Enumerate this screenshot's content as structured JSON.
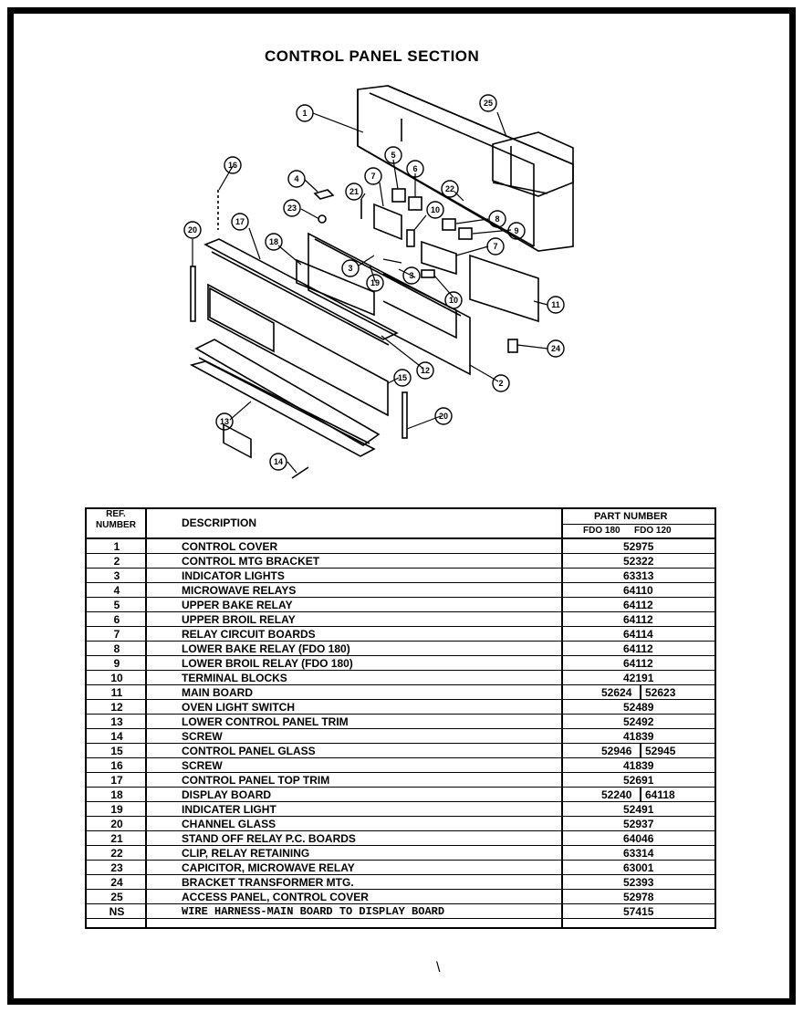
{
  "page": {
    "title": "CONTROL PANEL SECTION"
  },
  "diagram": {
    "callouts": [
      "1",
      "2",
      "3",
      "3",
      "4",
      "5",
      "6",
      "7",
      "7",
      "8",
      "9",
      "10",
      "10",
      "11",
      "12",
      "13",
      "14",
      "15",
      "16",
      "17",
      "18",
      "19",
      "20",
      "20",
      "21",
      "22",
      "23",
      "24",
      "25"
    ]
  },
  "table": {
    "headers": {
      "ref_line1": "REF.",
      "ref_line2": "NUMBER",
      "description": "DESCRIPTION",
      "part_number": "PART NUMBER",
      "col1": "FDO 180",
      "col2": "FDO 120"
    },
    "rows": [
      {
        "ref": "1",
        "desc": "CONTROL COVER",
        "p1": "",
        "p2": "52975"
      },
      {
        "ref": "2",
        "desc": "CONTROL MTG BRACKET",
        "p1": "",
        "p2": "52322"
      },
      {
        "ref": "3",
        "desc": "INDICATOR LIGHTS",
        "p1": "",
        "p2": "63313"
      },
      {
        "ref": "4",
        "desc": "MICROWAVE RELAYS",
        "p1": "",
        "p2": "64110"
      },
      {
        "ref": "5",
        "desc": "UPPER BAKE RELAY",
        "p1": "",
        "p2": "64112"
      },
      {
        "ref": "6",
        "desc": "UPPER BROIL RELAY",
        "p1": "",
        "p2": "64112"
      },
      {
        "ref": "7",
        "desc": "RELAY CIRCUIT BOARDS",
        "p1": "",
        "p2": "64114"
      },
      {
        "ref": "8",
        "desc": "LOWER BAKE RELAY (FDO 180)",
        "p1": "",
        "p2": "64112"
      },
      {
        "ref": "9",
        "desc": "LOWER BROIL RELAY (FDO 180)",
        "p1": "",
        "p2": "64112"
      },
      {
        "ref": "10",
        "desc": "TERMINAL BLOCKS",
        "p1": "",
        "p2": "42191"
      },
      {
        "ref": "11",
        "desc": "MAIN BOARD",
        "p1": "52624",
        "p2": "52623"
      },
      {
        "ref": "12",
        "desc": "OVEN LIGHT SWITCH",
        "p1": "",
        "p2": "52489"
      },
      {
        "ref": "13",
        "desc": "LOWER CONTROL PANEL TRIM",
        "p1": "",
        "p2": "52492"
      },
      {
        "ref": "14",
        "desc": "SCREW",
        "p1": "",
        "p2": "41839"
      },
      {
        "ref": "15",
        "desc": "CONTROL PANEL GLASS",
        "p1": "52946",
        "p2": "52945"
      },
      {
        "ref": "16",
        "desc": "SCREW",
        "p1": "",
        "p2": "41839"
      },
      {
        "ref": "17",
        "desc": "CONTROL PANEL TOP TRIM",
        "p1": "",
        "p2": "52691"
      },
      {
        "ref": "18",
        "desc": "DISPLAY BOARD",
        "p1": "52240",
        "p2": "64118"
      },
      {
        "ref": "19",
        "desc": "INDICATER LIGHT",
        "p1": "",
        "p2": "52491"
      },
      {
        "ref": "20",
        "desc": "CHANNEL GLASS",
        "p1": "",
        "p2": "52937"
      },
      {
        "ref": "21",
        "desc": "STAND OFF RELAY P.C. BOARDS",
        "p1": "",
        "p2": "64046"
      },
      {
        "ref": "22",
        "desc": "CLIP, RELAY RETAINING",
        "p1": "",
        "p2": "63314"
      },
      {
        "ref": "23",
        "desc": "CAPICITOR, MICROWAVE RELAY",
        "p1": "",
        "p2": "63001"
      },
      {
        "ref": "24",
        "desc": "BRACKET TRANSFORMER MTG.",
        "p1": "",
        "p2": "52393"
      },
      {
        "ref": "25",
        "desc": "ACCESS PANEL, CONTROL COVER",
        "p1": "",
        "p2": "52978"
      },
      {
        "ref": "NS",
        "desc": "WIRE HARNESS-MAIN BOARD TO DISPLAY BOARD",
        "p1": "",
        "p2": "57415"
      }
    ]
  },
  "footer": {
    "mark": "\\"
  }
}
